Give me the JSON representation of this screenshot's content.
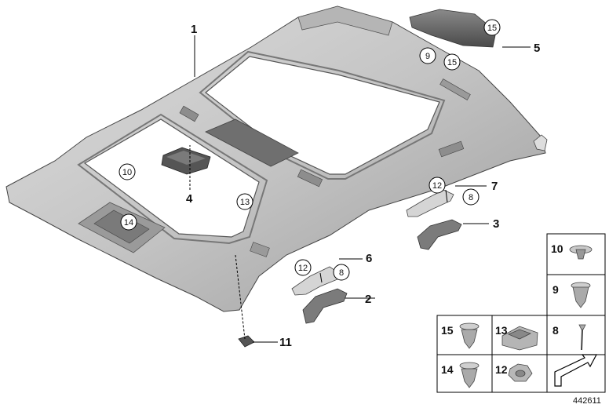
{
  "callouts": {
    "c1": "1",
    "c2": "2",
    "c3": "3",
    "c4": "4",
    "c5": "5",
    "c6": "6",
    "c7": "7",
    "c11": "11"
  },
  "circles": {
    "a15": "15",
    "a9": "9",
    "b15": "15",
    "a10": "10",
    "a13": "13",
    "a14": "14",
    "a12": "12",
    "a8": "8",
    "b12": "12",
    "b8": "8"
  },
  "table": {
    "t10": "10",
    "t9": "9",
    "t15": "15",
    "t13": "13",
    "t8": "8",
    "t14": "14",
    "t12": "12"
  },
  "reference_number": "442611",
  "colors": {
    "part_light": "#cfcfcf",
    "part_mid": "#a6a6a6",
    "part_dark": "#6e6e6e",
    "line": "#000000"
  }
}
